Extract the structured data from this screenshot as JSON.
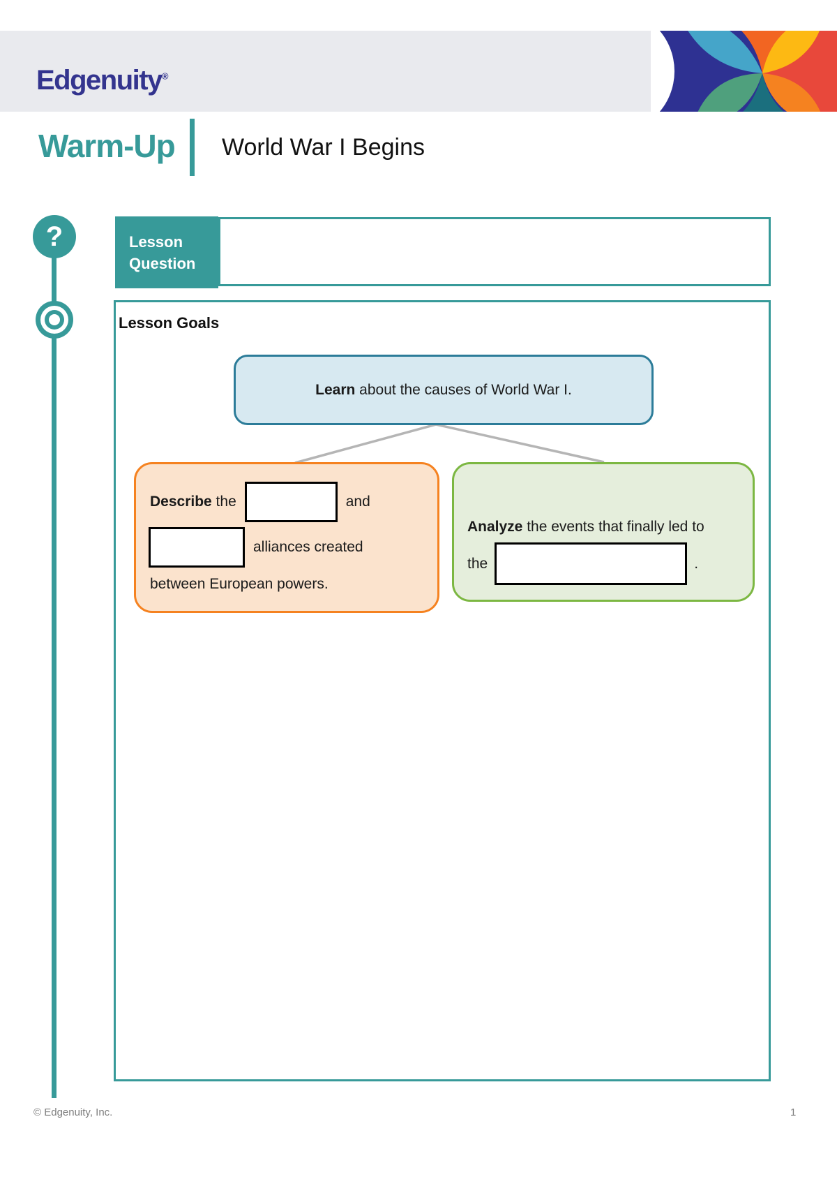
{
  "header": {
    "logo_text": "Edgenuity",
    "logo_registered": "®",
    "section_label": "Warm-Up",
    "lesson_title": "World War I Begins"
  },
  "lesson_question": {
    "label": "Lesson Question",
    "answer_value": ""
  },
  "lesson_goals": {
    "heading": "Lesson Goals",
    "learn_box": {
      "bold": "Learn",
      "rest": " about the causes of World War I."
    },
    "describe_box": {
      "bold": "Describe",
      "after_bold": " the",
      "and_label": "and",
      "line2_label": "alliances created",
      "line3_label": "between European powers.",
      "blank1_value": "",
      "blank2_value": ""
    },
    "analyze_box": {
      "bold": "Analyze",
      "after_bold": " the events that finally led to",
      "the_label": "the",
      "period": ".",
      "blank_value": ""
    }
  },
  "footer": {
    "copyright": "© Edgenuity, Inc.",
    "page_number": "1"
  },
  "icons": {
    "question_glyph": "?"
  },
  "colors": {
    "teal": "#379a99",
    "logo_indigo": "#33348e",
    "band_gray": "#e9eaee",
    "blue_border": "#2c7c99",
    "light_blue_fill": "#d7e9f1",
    "orange_border": "#f58220",
    "orange_fill": "#fbe3cd",
    "green_border": "#7cb742",
    "green_fill": "#e5eedc",
    "connector_gray": "#b5b5b5",
    "text_gray": "#7f7f7f",
    "pinwheel_dark_blue": "#2e3192",
    "pinwheel_light_blue": "#45a5c9",
    "pinwheel_yellow": "#fdb913",
    "pinwheel_orange": "#f58220",
    "pinwheel_dark_orange": "#f26522",
    "pinwheel_red": "#e8483b",
    "pinwheel_green": "#4fa07d",
    "pinwheel_teal": "#1b6f7e"
  }
}
